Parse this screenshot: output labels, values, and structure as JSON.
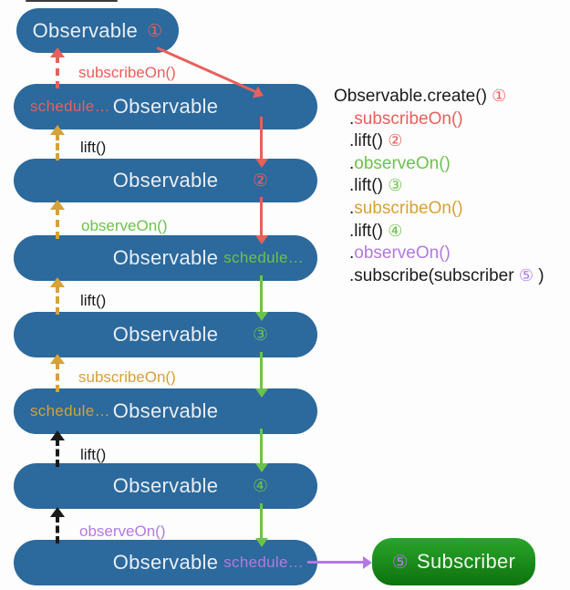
{
  "colors": {
    "box_blue": "#2c699c",
    "red": "#e7605c",
    "orange": "#d5a139",
    "green": "#6cc24c",
    "purple": "#b379e2",
    "black": "#1a1a1a",
    "subscriber_green_top": "#2ba32b",
    "subscriber_green_bottom": "#0e710e",
    "box_text": "#e9eef4"
  },
  "boxes": [
    {
      "label": "Observable",
      "number": "①",
      "number_color": "red"
    },
    {
      "label": "Observable",
      "schedule": "schedule…",
      "schedule_color": "red"
    },
    {
      "label": "Observable",
      "number": "②",
      "number_color": "red"
    },
    {
      "label": "Observable",
      "schedule": "schedule…",
      "schedule_color": "green"
    },
    {
      "label": "Observable",
      "number": "③",
      "number_color": "green"
    },
    {
      "label": "Observable",
      "schedule": "schedule…",
      "schedule_color": "orange"
    },
    {
      "label": "Observable",
      "number": "④",
      "number_color": "green"
    },
    {
      "label": "Observable",
      "schedule": "schedule…",
      "schedule_color": "purple"
    }
  ],
  "arrow_labels": [
    {
      "text": "subscribeOn()",
      "color": "red"
    },
    {
      "text": "lift()",
      "color": "black"
    },
    {
      "text": "observeOn()",
      "color": "green"
    },
    {
      "text": "lift()",
      "color": "black"
    },
    {
      "text": "subscribeOn()",
      "color": "orange"
    },
    {
      "text": "lift()",
      "color": "black"
    },
    {
      "text": "observeOn()",
      "color": "purple"
    }
  ],
  "arrows": {
    "up": [
      "red",
      "orange",
      "orange",
      "orange",
      "orange",
      "black",
      "black"
    ],
    "down": [
      "red",
      "red",
      "green",
      "green",
      "green",
      "green"
    ],
    "diagonal": "red",
    "to_subscriber": "purple"
  },
  "code": {
    "lines": [
      {
        "pre": "Observable.create() ",
        "accent": "①",
        "accent_color": "red",
        "post": ""
      },
      {
        "pre": ".",
        "accent": "subscribeOn()",
        "accent_color": "red",
        "post": ""
      },
      {
        "pre": ".lift() ",
        "accent": "②",
        "accent_color": "red",
        "post": ""
      },
      {
        "pre": ".",
        "accent": "observeOn()",
        "accent_color": "green",
        "post": ""
      },
      {
        "pre": ".lift() ",
        "accent": "③",
        "accent_color": "green",
        "post": ""
      },
      {
        "pre": ".",
        "accent": "subscribeOn()",
        "accent_color": "orange",
        "post": ""
      },
      {
        "pre": ".lift() ",
        "accent": "④",
        "accent_color": "green",
        "post": ""
      },
      {
        "pre": ".",
        "accent": "observeOn()",
        "accent_color": "purple",
        "post": ""
      },
      {
        "pre": ".subscribe(subscriber ",
        "accent": "⑤",
        "accent_color": "purple",
        "post": " )"
      }
    ]
  },
  "subscriber": {
    "number": "⑤",
    "number_color": "purple",
    "label": "Subscriber"
  }
}
